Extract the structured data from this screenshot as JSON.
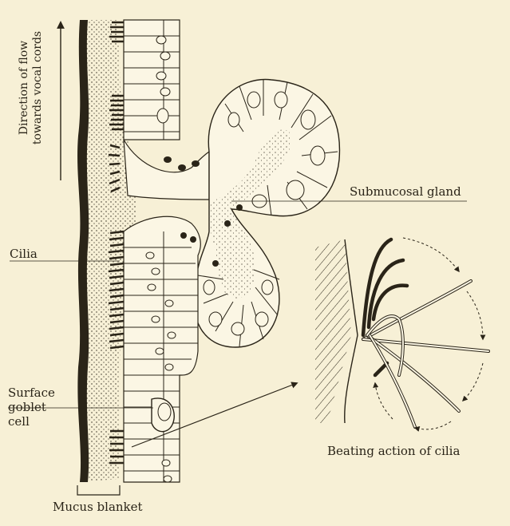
{
  "labels": {
    "direction_line1": "Direction  of  flow",
    "direction_line2": "towards vocal cords",
    "cilia": "Cilia",
    "submucosal_gland": "Submucosal gland",
    "surface_goblet_line1": "Surface",
    "surface_goblet_line2": "goblet",
    "surface_goblet_line3": "cell",
    "mucus_blanket": "Mucus blanket",
    "beating_action": "Beating action of cilia"
  },
  "colors": {
    "background": "#f7f0d6",
    "ink": "#2a2418",
    "cell_fill": "#fbf6e4",
    "mucus_fill": "#efe3bd"
  }
}
